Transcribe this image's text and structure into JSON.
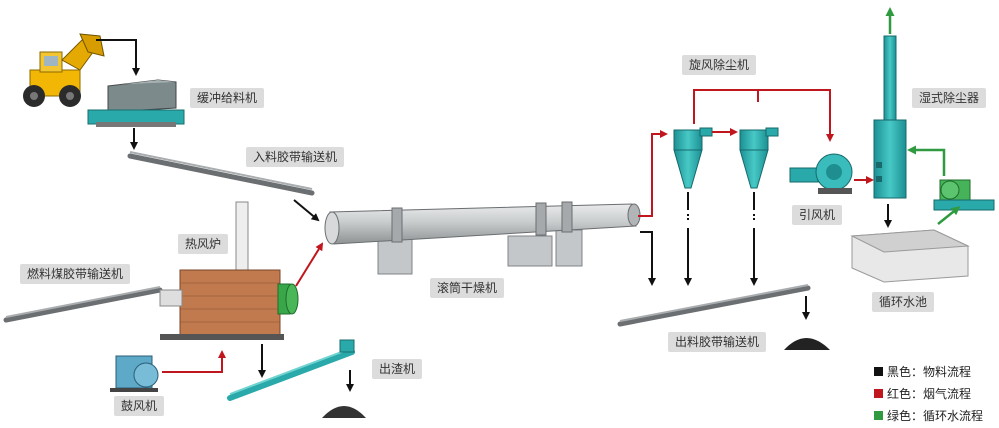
{
  "labels": {
    "buffer_feeder": "缓冲给料机",
    "inlet_conveyor": "入料胶带输送机",
    "hot_air_furnace": "热风炉",
    "fuel_coal_conveyor": "燃料煤胶带输送机",
    "rotary_dryer": "滚筒干燥机",
    "blower": "鼓风机",
    "slag_remover": "出渣机",
    "cyclone": "旋风除尘机",
    "outlet_conveyor": "出料胶带输送机",
    "induced_fan": "引风机",
    "wet_dust_collector": "湿式除尘器",
    "circulating_pool": "循环水池"
  },
  "legend": [
    {
      "color": "#111111",
      "text": "黑色：物料流程"
    },
    {
      "color": "#c0161d",
      "text": "红色：烟气流程"
    },
    {
      "color": "#2f9a3f",
      "text": "绿色：循环水流程"
    }
  ],
  "colors": {
    "material": "#111111",
    "flue_gas": "#c0161d",
    "water": "#2f9a3f",
    "equipment": "#2ab3b3",
    "dryer": "#c4c7c9",
    "brick": "#c07a4e"
  }
}
